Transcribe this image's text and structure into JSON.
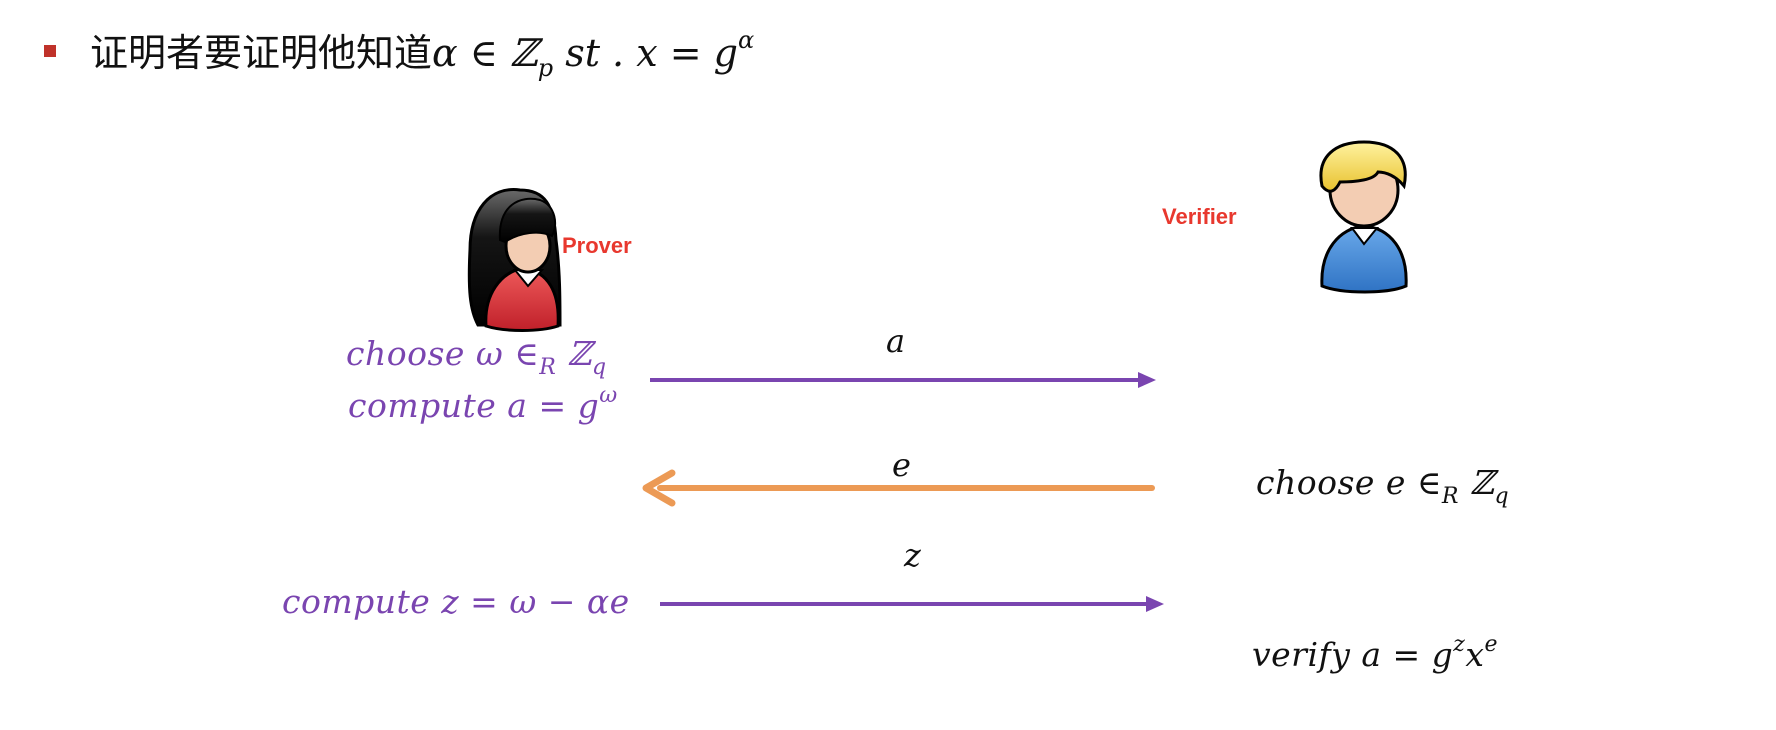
{
  "title": {
    "zh": "证明者要证明他知道",
    "alpha": "α",
    "in": " ∈ ",
    "Z": "ℤ",
    "sub_p": "p",
    "st": " st .  x = g",
    "sup_alpha": "α"
  },
  "roles": {
    "prover": "Prover",
    "verifier": "Verifier"
  },
  "prover_steps": {
    "choose_text": "choose ω ∈",
    "choose_sub": "R",
    "choose_Z": " ℤ",
    "choose_q": "q",
    "compute_a_text": "compute a = g",
    "compute_a_sup": "ω",
    "compute_z_text": "compute z = ω − αe"
  },
  "verifier_steps": {
    "choose_e_text": "choose e ∈",
    "choose_e_sub": "R",
    "choose_e_Z": " ℤ",
    "choose_e_q": "q",
    "verify_text": "verify a = g",
    "verify_sup_z": "z",
    "verify_x": "x",
    "verify_sup_e": "e"
  },
  "messages": [
    {
      "label": "a",
      "direction": "to-verifier",
      "color": "#7a45b0"
    },
    {
      "label": "e",
      "direction": "to-prover",
      "color": "#ec9a55"
    },
    {
      "label": "z",
      "direction": "to-verifier",
      "color": "#7a45b0"
    }
  ],
  "colors": {
    "bullet": "#c0322a",
    "role_label": "#e8382e",
    "prover_text": "#7a45b0",
    "verifier_text": "#111111",
    "prover_shirt": "#d9343a",
    "verifier_shirt": "#3f86d6",
    "verifier_hair": "#f0d24a"
  }
}
